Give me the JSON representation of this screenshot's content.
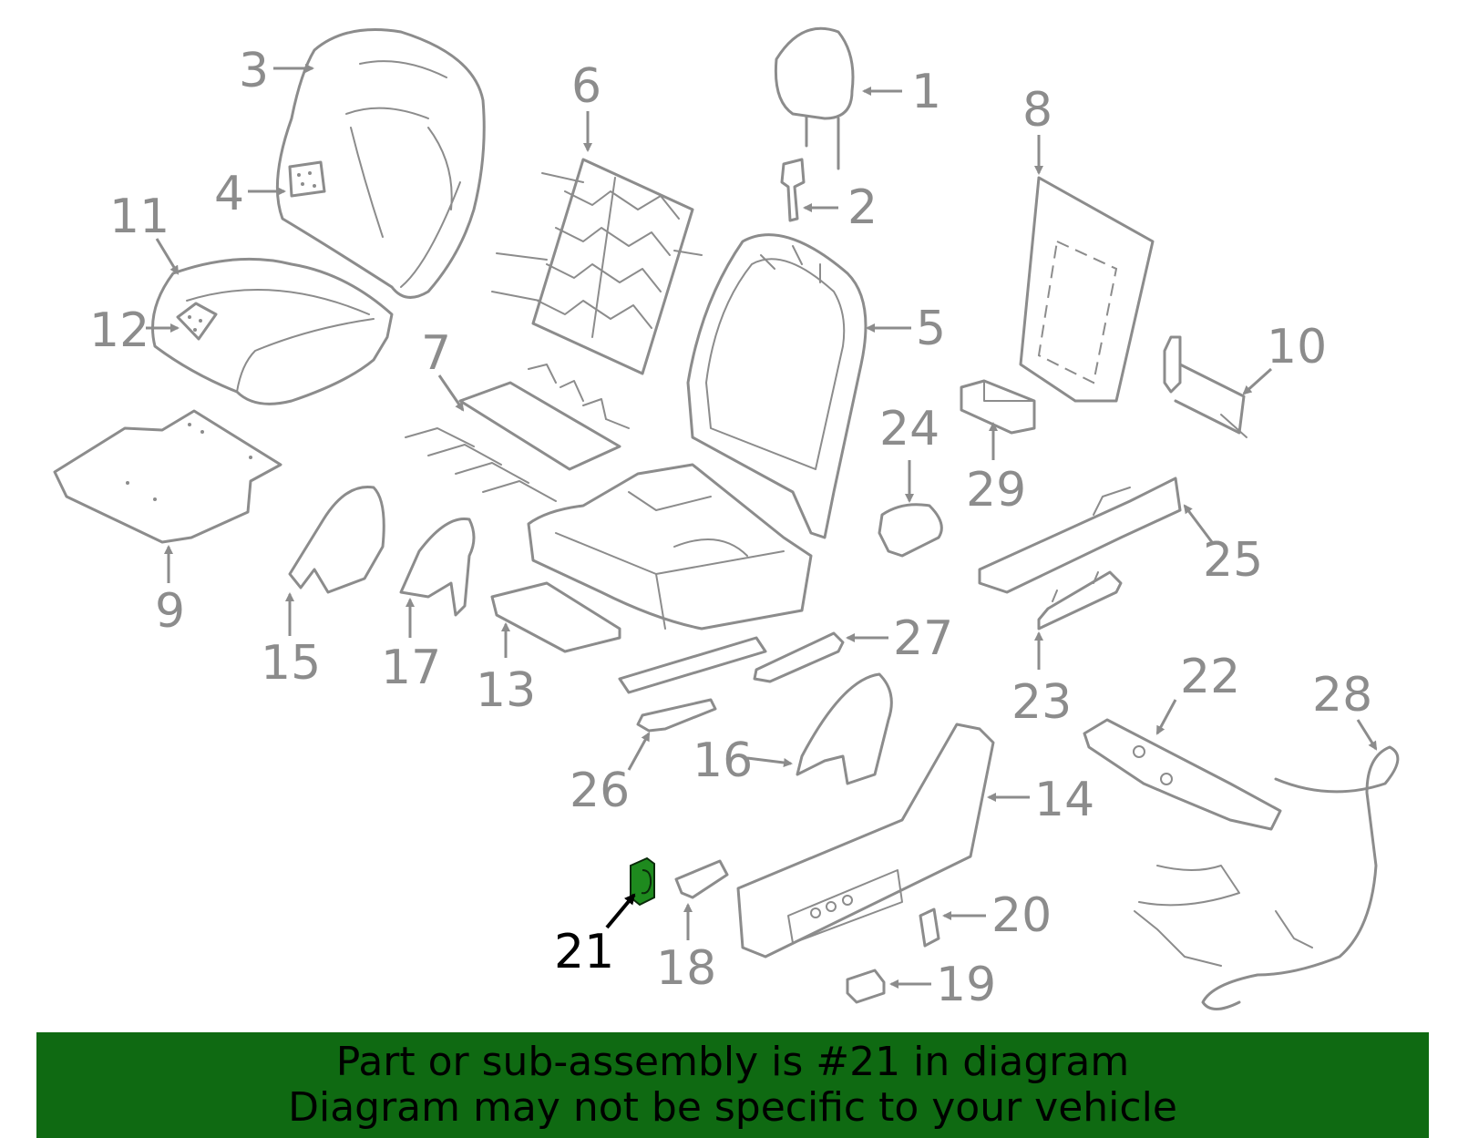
{
  "labels": {
    "l1": "1",
    "l2": "2",
    "l3": "3",
    "l4": "4",
    "l5": "5",
    "l6": "6",
    "l7": "7",
    "l8": "8",
    "l9": "9",
    "l10": "10",
    "l11": "11",
    "l12": "12",
    "l13": "13",
    "l14": "14",
    "l15": "15",
    "l16": "16",
    "l17": "17",
    "l18": "18",
    "l19": "19",
    "l20": "20",
    "l21": "21",
    "l22": "22",
    "l23": "23",
    "l24": "24",
    "l25": "25",
    "l26": "26",
    "l27": "27",
    "l28": "28",
    "l29": "29"
  },
  "highlight": {
    "part": "21",
    "color": "#1e8a1e"
  },
  "banner": {
    "line1": "Part or sub-assembly is #21 in diagram",
    "line2": "Diagram may not be specific to your vehicle",
    "color": "#0f6a12"
  }
}
